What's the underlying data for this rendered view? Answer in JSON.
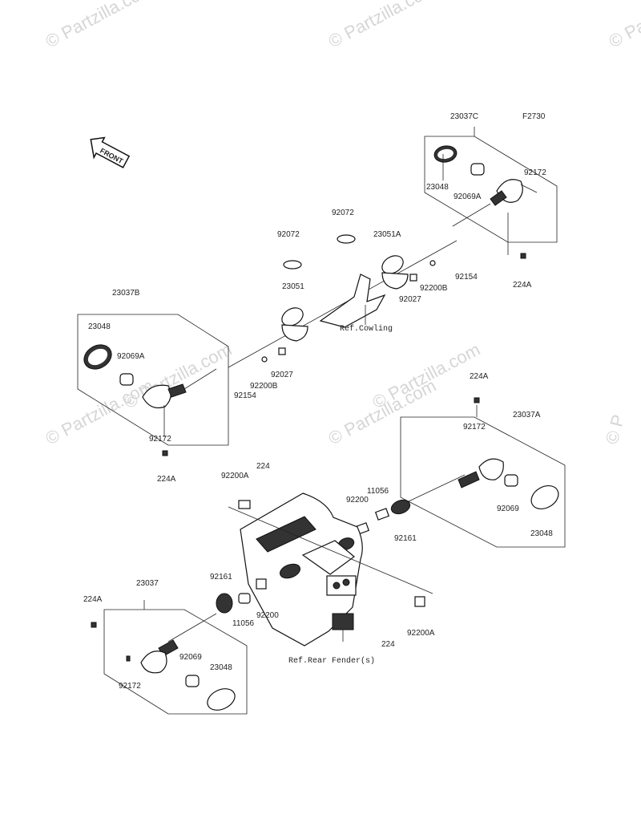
{
  "figure_code": "F2730",
  "front_label": "FRONT",
  "watermarks": [
    "© Partzilla.com",
    "© Partzilla.com",
    "© Partzilla.com",
    "© Partzilla.com",
    "© Partzilla.com",
    "© Partzilla.com",
    "© Partzilla.com",
    "© P"
  ],
  "references": {
    "cowling": "Ref.Cowling",
    "rear_fender": "Ref.Rear Fender(s)"
  },
  "labels": {
    "p23037C": "23037C",
    "p23048_tr": "23048",
    "p92069A_tr": "92069A",
    "p92172_tr": "92172",
    "p224A_tr": "224A",
    "p92154_tr": "92154",
    "p92200B_tr": "92200B",
    "p92027_tr": "92027",
    "p23051A": "23051A",
    "p92072_a": "92072",
    "p92072_b": "92072",
    "p23051": "23051",
    "p23037B": "23037B",
    "p23048_tl": "23048",
    "p92069A_tl": "92069A",
    "p92172_tl": "92172",
    "p224A_tl": "224A",
    "p92154_tl": "92154",
    "p92200B_tl": "92200B",
    "p92027_tl": "92027",
    "p224A_mr": "224A",
    "p23037A": "23037A",
    "p92172_mr": "92172",
    "p92069_mr": "92069",
    "p23048_mr": "23048",
    "p92161_mr": "92161",
    "p11056_mr": "11056",
    "p92200_mr": "92200",
    "p224_top": "224",
    "p92200A_top": "92200A",
    "p23037": "23037",
    "p224A_bl": "224A",
    "p92161_bl": "92161",
    "p11056_bl": "11056",
    "p92200_bl": "92200",
    "p92069_bl": "92069",
    "p23048_bl": "23048",
    "p92172_bl": "92172",
    "p224_bot": "224",
    "p92200A_bot": "92200A"
  }
}
